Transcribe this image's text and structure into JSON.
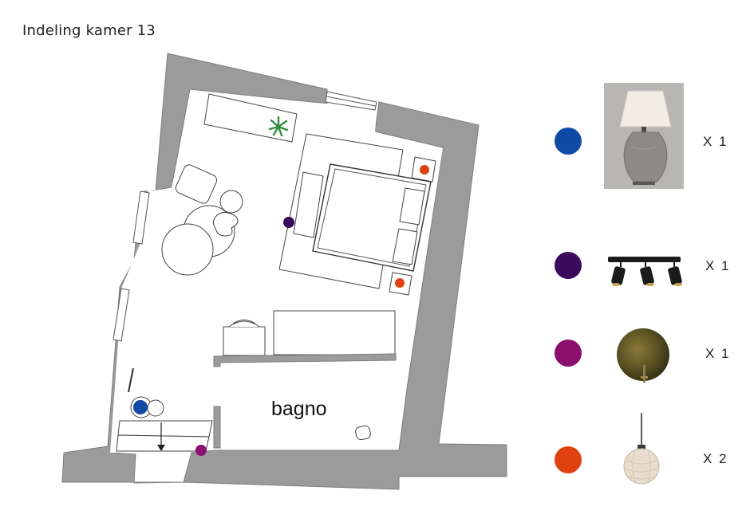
{
  "title": "Indeling kamer 13",
  "plan": {
    "room_label": "bagno"
  },
  "colors": {
    "wall": "#9a9a9a",
    "floor": "#ffffff",
    "blue": "#0f4aa6",
    "dark_purple": "#3b0a5c",
    "magenta": "#8a0f6e",
    "orange": "#e0420f"
  },
  "legend": [
    {
      "color": "blue",
      "item": "table-lamp",
      "qty": "X 1"
    },
    {
      "color": "dark_purple",
      "item": "spotlight-bar",
      "qty": "X 1"
    },
    {
      "color": "magenta",
      "item": "wall-lamp",
      "qty": "X 1"
    },
    {
      "color": "orange",
      "item": "pendant-lamp",
      "qty": "X 2"
    }
  ]
}
